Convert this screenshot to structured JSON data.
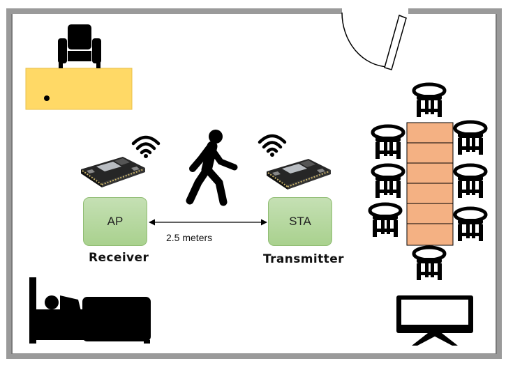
{
  "nodes": {
    "ap": {
      "box_label": "AP",
      "caption": "Receiver"
    },
    "sta": {
      "box_label": "STA",
      "caption": "Transmitter"
    }
  },
  "link": {
    "distance_label": "2.5 meters"
  },
  "colors": {
    "wall": "#9a9a9a",
    "node_fill": "#a9d18e",
    "table_fill": "#f4b183",
    "sofa_table_fill": "#ffd966",
    "icon": "#000000"
  },
  "icons": [
    "armchair-icon",
    "door-icon",
    "stool-icon",
    "walking-person-icon",
    "wifi-icon",
    "esp32-board-icon",
    "bed-icon",
    "tv-icon"
  ]
}
